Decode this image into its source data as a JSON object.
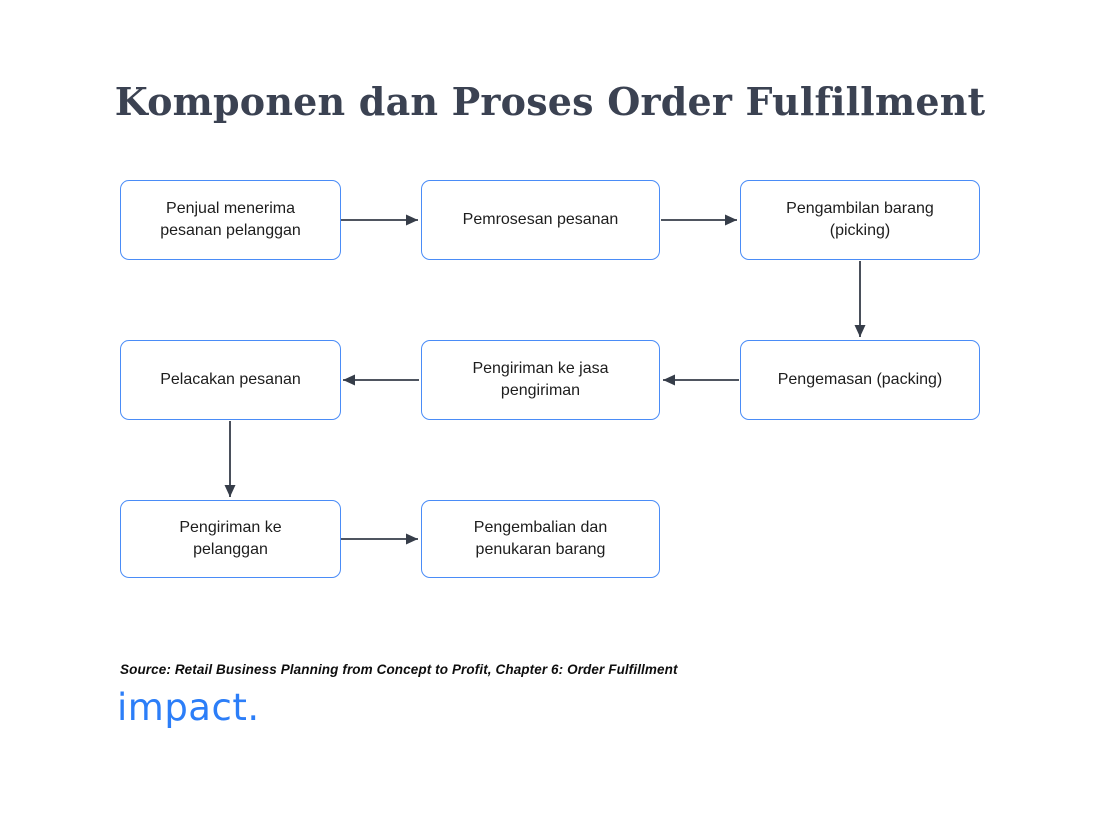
{
  "title": "Komponen dan Proses Order Fulfillment",
  "boxes": [
    {
      "id": "terima-pesanan",
      "label": "Penjual menerima pesanan pelanggan"
    },
    {
      "id": "pemrosesan",
      "label": "Pemrosesan pesanan"
    },
    {
      "id": "pengambilan-barang",
      "label": "Pengambilan barang (picking)"
    },
    {
      "id": "pengemasan",
      "label": "Pengemasan (packing)"
    },
    {
      "id": "pengiriman-jasa",
      "label": "Pengiriman ke jasa pengiriman"
    },
    {
      "id": "pelacakan",
      "label": "Pelacakan pesanan"
    },
    {
      "id": "pengiriman-pelanggan",
      "label": "Pengiriman ke pelanggan"
    },
    {
      "id": "pengembalian",
      "label": "Pengembalian dan penukaran barang"
    }
  ],
  "flow": [
    {
      "from": "terima-pesanan",
      "to": "pemrosesan",
      "direction": "right"
    },
    {
      "from": "pemrosesan",
      "to": "pengambilan-barang",
      "direction": "right"
    },
    {
      "from": "pengambilan-barang",
      "to": "pengemasan",
      "direction": "down"
    },
    {
      "from": "pengemasan",
      "to": "pengiriman-jasa",
      "direction": "left"
    },
    {
      "from": "pengiriman-jasa",
      "to": "pelacakan",
      "direction": "left"
    },
    {
      "from": "pelacakan",
      "to": "pengiriman-pelanggan",
      "direction": "down"
    },
    {
      "from": "pengiriman-pelanggan",
      "to": "pengembalian",
      "direction": "right"
    }
  ],
  "source_note": "Source: Retail Business Planning from Concept to Profit, Chapter 6: Order Fulfillment",
  "logo_text": "impact.",
  "colors": {
    "title": "#3b4252",
    "box_border": "#4a8cf7",
    "box_text": "#1d1d1d",
    "arrow": "#363d49",
    "logo": "#2c7ef8",
    "background": "#ffffff"
  }
}
